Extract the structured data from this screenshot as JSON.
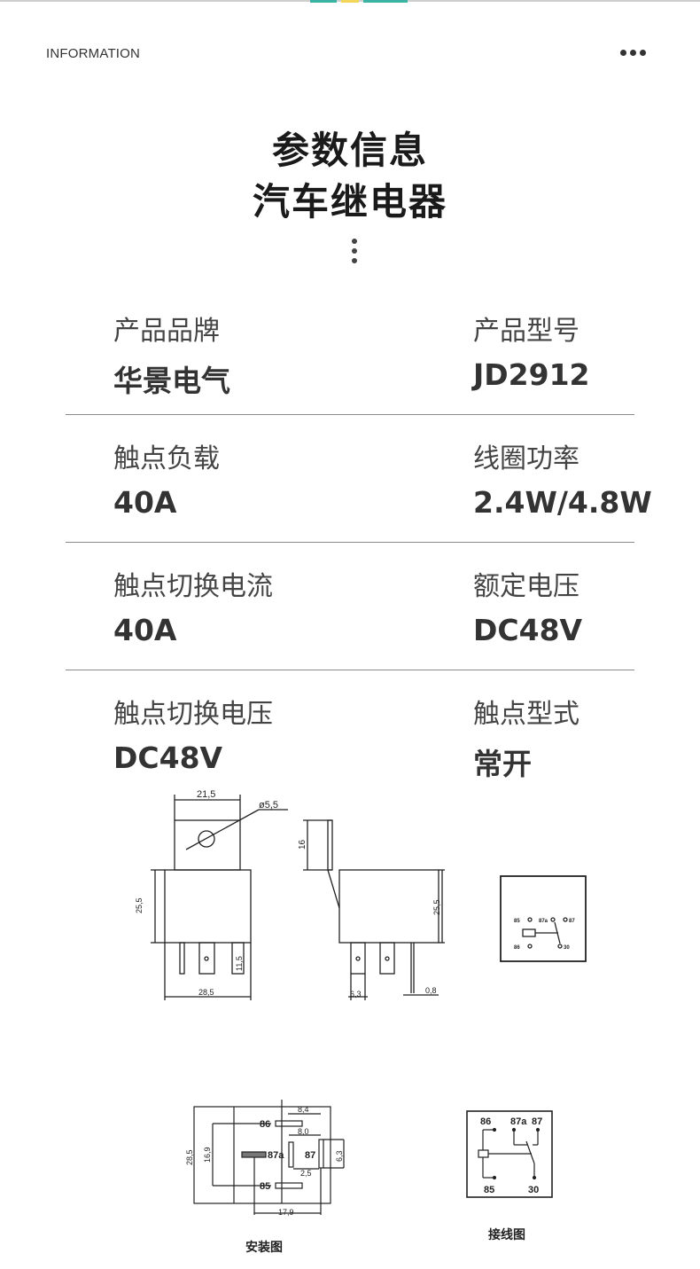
{
  "header": {
    "section_label": "INFORMATION",
    "more_icon": "more-horizontal-icon"
  },
  "title": {
    "line1": "参数信息",
    "line2": "汽车继电器",
    "divider_icon": "more-vertical-icon"
  },
  "specs": [
    {
      "left": {
        "label": "产品品牌",
        "value": "华景电气"
      },
      "right": {
        "label": "产品型号",
        "value": "JD2912"
      }
    },
    {
      "left": {
        "label": "触点负载",
        "value": "40A"
      },
      "right": {
        "label": "线圈功率",
        "value": "2.4W/4.8W"
      }
    },
    {
      "left": {
        "label": "触点切换电流",
        "value": "40A"
      },
      "right": {
        "label": "额定电压",
        "value": "DC48V"
      }
    },
    {
      "left": {
        "label": "触点切换电压",
        "value": "DC48V"
      },
      "right": {
        "label": "触点型式",
        "value": "常开"
      }
    }
  ],
  "drawing_top": {
    "dims": {
      "bracket_width": "21,5",
      "hole_dia": "ø5,5",
      "bracket_height": "16",
      "body_height_left": "25,5",
      "body_height_right": "25,5",
      "pin_length": "11,5",
      "body_width": "28,5",
      "pin_width": "6,3",
      "pin_thickness": "0,8"
    },
    "schematic_pins": {
      "p85": "85",
      "p87a": "87a",
      "p87": "87",
      "p86": "86",
      "p30": "30"
    }
  },
  "drawing_bottom": {
    "install": {
      "caption": "安装图",
      "dims": {
        "d84": "8,4",
        "d80": "8,0",
        "d63": "6,3",
        "d25": "2,5",
        "d179": "17,9",
        "d285": "28,5",
        "d169": "16,9"
      },
      "pins": {
        "p86": "86",
        "p87a": "87a",
        "p87": "87",
        "p85": "85"
      }
    },
    "wiring": {
      "caption": "接线图",
      "pins": {
        "p86": "86",
        "p87a": "87a",
        "p87": "87",
        "p85": "85",
        "p30": "30"
      }
    }
  },
  "colors": {
    "accent_teal": "#3bb3a3",
    "accent_yellow": "#f2d55a"
  }
}
